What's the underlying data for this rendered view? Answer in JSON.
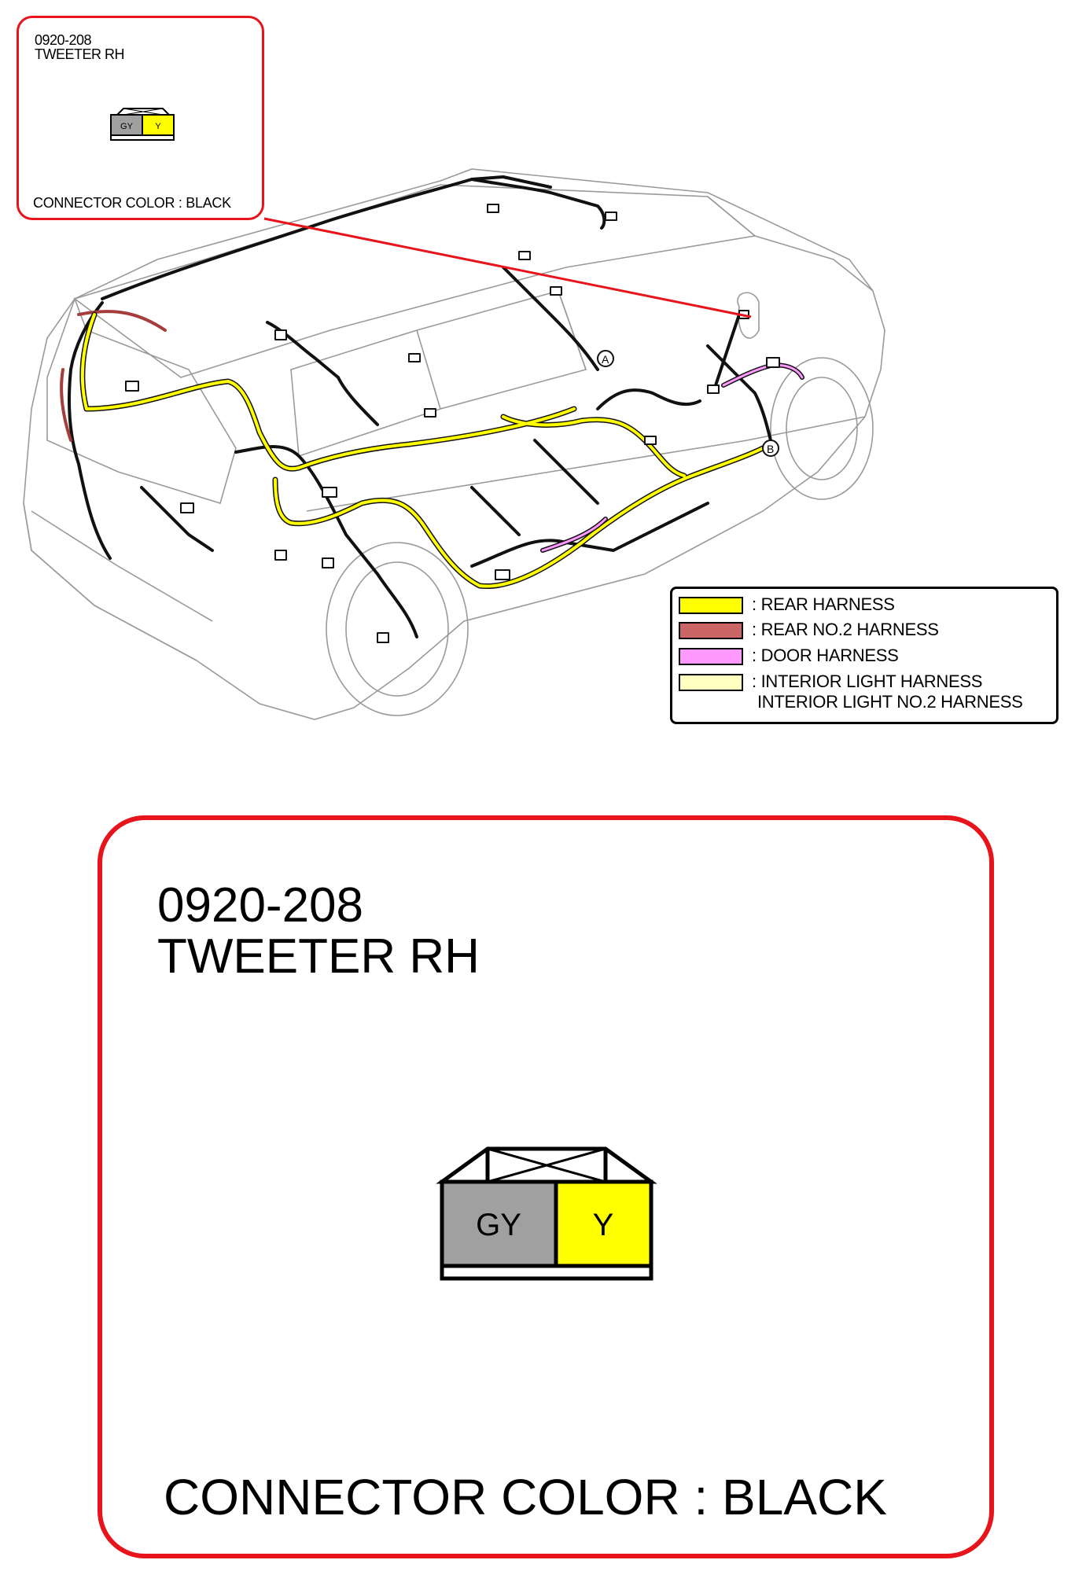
{
  "connector": {
    "code": "0920-208",
    "name": "TWEETER RH",
    "color_label": "CONNECTOR COLOR : BLACK",
    "terminals": [
      {
        "label": "GY",
        "fill": "#a0a0a0"
      },
      {
        "label": "Y",
        "fill": "#ffff00"
      }
    ]
  },
  "legend": {
    "items": [
      {
        "swatch": "#ffff00",
        "lines": [
          ": REAR HARNESS"
        ]
      },
      {
        "swatch": "#cc6666",
        "lines": [
          ": REAR NO.2 HARNESS"
        ]
      },
      {
        "swatch": "#ff99ff",
        "lines": [
          ": DOOR HARNESS"
        ]
      },
      {
        "swatch": "#ffffc0",
        "lines": [
          ": INTERIOR LIGHT HARNESS",
          "INTERIOR LIGHT NO.2 HARNESS"
        ]
      }
    ]
  },
  "markers": [
    "A",
    "B"
  ],
  "colors": {
    "callout_border": "#e8141c",
    "leader_line": "#e8141c",
    "wire": "#000000"
  }
}
